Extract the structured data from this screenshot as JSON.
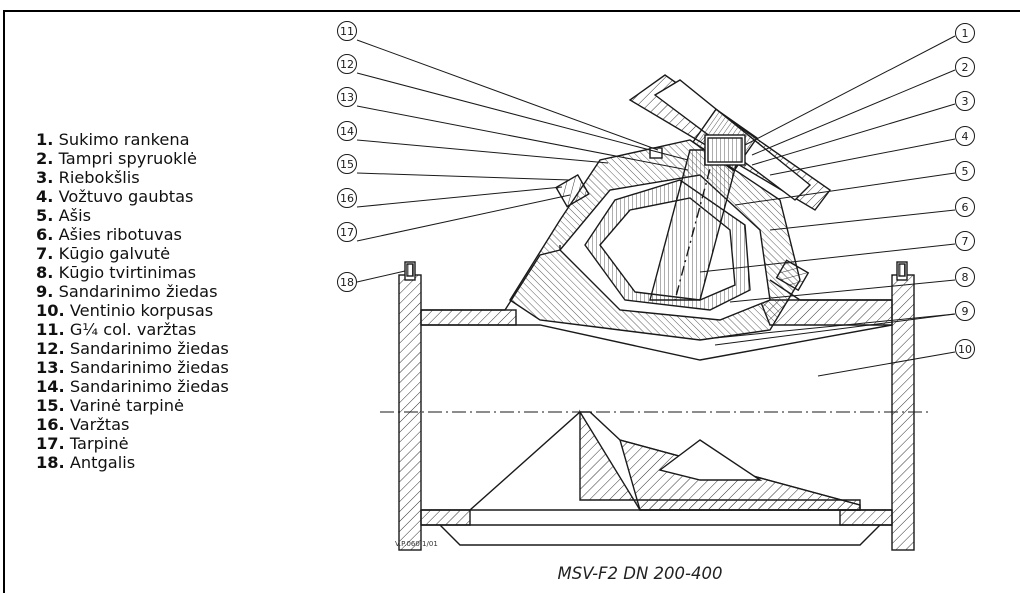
{
  "legend": [
    {
      "num": "1.",
      "label": "Sukimo rankena"
    },
    {
      "num": "2.",
      "label": "Tampri spyruoklė"
    },
    {
      "num": "3.",
      "label": "Riebokšlis"
    },
    {
      "num": "4.",
      "label": "Vožtuvo gaubtas"
    },
    {
      "num": "5.",
      "label": "Ašis"
    },
    {
      "num": "6.",
      "label": "Ašies ribotuvas"
    },
    {
      "num": "7.",
      "label": "Kūgio galvutė"
    },
    {
      "num": "8.",
      "label": "Kūgio tvirtinimas"
    },
    {
      "num": "9.",
      "label": "Sandarinimo žiedas"
    },
    {
      "num": "10.",
      "label": "Ventinio korpusas"
    },
    {
      "num": "11.",
      "label": "G¼ col. varžtas"
    },
    {
      "num": "12.",
      "label": "Sandarinimo žiedas"
    },
    {
      "num": "13.",
      "label": "Sandarinimo žiedas"
    },
    {
      "num": "14.",
      "label": "Sandarinimo žiedas"
    },
    {
      "num": "15.",
      "label": "Varinė tarpinė"
    },
    {
      "num": "16.",
      "label": "Varžtas"
    },
    {
      "num": "17.",
      "label": "Tarpinė"
    },
    {
      "num": "18.",
      "label": "Antgalis"
    }
  ],
  "callouts_left": [
    "11",
    "12",
    "13",
    "14",
    "15",
    "16",
    "17",
    "18"
  ],
  "callouts_right": [
    "1",
    "2",
    "3",
    "4",
    "5",
    "6",
    "7",
    "8",
    "9",
    "10"
  ],
  "caption": "MSV-F2 DN 200-400",
  "drawing_code": "V.P.060.1/01",
  "colors": {
    "line": "#1a1a1a",
    "hatch": "#333333"
  }
}
